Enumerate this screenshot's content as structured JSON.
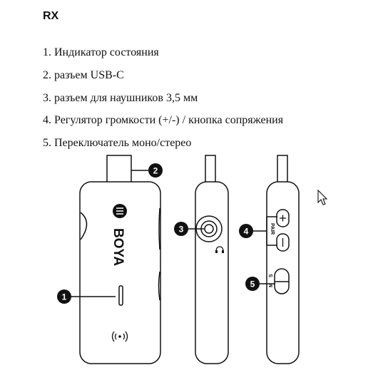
{
  "header": {
    "title": "RX"
  },
  "list": [
    "1. Индикатор состояния",
    "2. разъем USB-C",
    "3. разъем для наушников 3,5 мм",
    "4. Регулятор громкости (+/-) / кнопка сопряжения",
    "5. Переключатель моно/стерео"
  ],
  "diagram": {
    "badges": [
      "1",
      "2",
      "3",
      "4",
      "5"
    ],
    "brand": "BOYA",
    "pair_label": "PAIR",
    "switch_m": "M",
    "switch_s": "S",
    "icons": [
      "boya-logo-icon",
      "wireless-signal-icon",
      "headphone-icon",
      "plus-icon",
      "minus-icon",
      "mouse-cursor-icon"
    ]
  }
}
